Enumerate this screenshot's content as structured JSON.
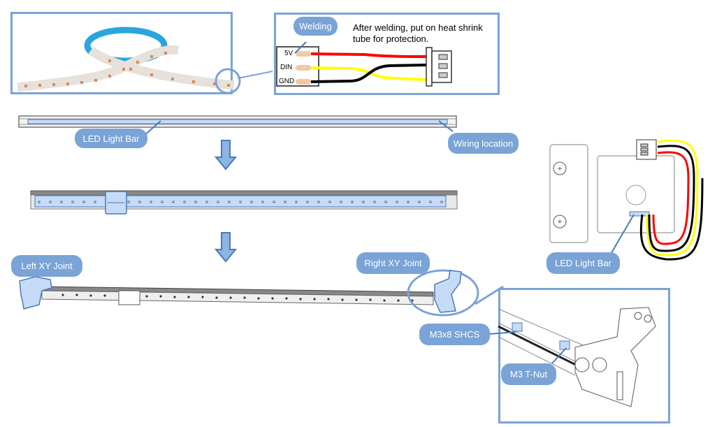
{
  "diagram": {
    "title": "LED light bar installation",
    "panels": {
      "led_strip": {
        "description": "Addressable LED strip"
      },
      "welding": {
        "callout": "Welding",
        "note": "After welding, put on heat shrink tube for protection.",
        "pins": [
          "5V",
          "DIN",
          "GND"
        ],
        "wire_colors": {
          "5V": "#ff0000",
          "DIN": "#ffff00",
          "GND": "#000000"
        }
      }
    },
    "steps": {
      "step1": {
        "callouts": {
          "light_bar": "LED Light Bar",
          "wiring": "Wiring location"
        }
      },
      "step3": {
        "callouts": {
          "left_joint": "Left XY Joint",
          "right_joint": "Right XY Joint"
        }
      }
    },
    "side_view": {
      "callout": "LED Light Bar"
    },
    "detail": {
      "callouts": {
        "screw": "M3x8 SHCS",
        "tnut": "M3 T-Nut"
      }
    },
    "colors": {
      "accent": "#7aa3d6",
      "accent_dark": "#4a7ab8",
      "highlight": "#c6dbf7"
    }
  }
}
